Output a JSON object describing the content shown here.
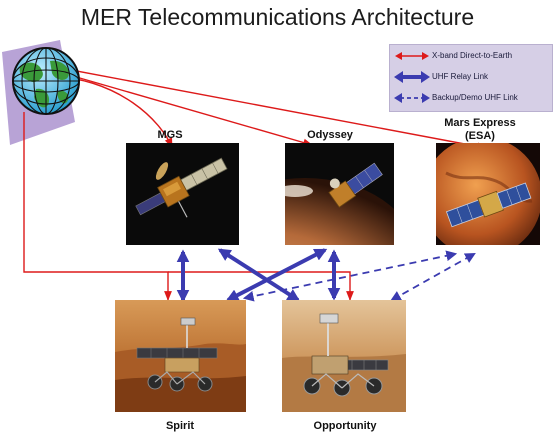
{
  "title": "MER Telecommunications Architecture",
  "legend": {
    "items": [
      {
        "label": "X-band Direct-to-Earth",
        "color": "#dd1a1a",
        "style": "thin-solid"
      },
      {
        "label": "UHF Relay Link",
        "color": "#3b3bb0",
        "style": "thick-solid"
      },
      {
        "label": "Backup/Demo UHF Link",
        "color": "#3b3bb0",
        "style": "dashed"
      }
    ]
  },
  "nodes": {
    "earth": {
      "icon": "earth-globe-icon"
    },
    "orbiters": [
      {
        "label": "MGS"
      },
      {
        "label": "Odyssey"
      },
      {
        "label": "Mars Express (ESA)",
        "label_line1": "Mars Express",
        "label_line2": "(ESA)"
      }
    ],
    "rovers": [
      {
        "label": "Spirit"
      },
      {
        "label": "Opportunity"
      }
    ]
  },
  "links": [
    {
      "from": "earth",
      "to": "MGS",
      "type": "X-band Direct-to-Earth"
    },
    {
      "from": "earth",
      "to": "Odyssey",
      "type": "X-band Direct-to-Earth"
    },
    {
      "from": "earth",
      "to": "Mars Express (ESA)",
      "type": "X-band Direct-to-Earth"
    },
    {
      "from": "earth",
      "to": "Spirit",
      "type": "X-band Direct-to-Earth"
    },
    {
      "from": "earth",
      "to": "Opportunity",
      "type": "X-band Direct-to-Earth"
    },
    {
      "from": "Spirit",
      "to": "MGS",
      "type": "UHF Relay Link"
    },
    {
      "from": "Spirit",
      "to": "Odyssey",
      "type": "UHF Relay Link"
    },
    {
      "from": "Opportunity",
      "to": "MGS",
      "type": "UHF Relay Link"
    },
    {
      "from": "Opportunity",
      "to": "Odyssey",
      "type": "UHF Relay Link"
    },
    {
      "from": "Spirit",
      "to": "Mars Express (ESA)",
      "type": "Backup/Demo UHF Link"
    },
    {
      "from": "Opportunity",
      "to": "Mars Express (ESA)",
      "type": "Backup/Demo UHF Link"
    }
  ]
}
